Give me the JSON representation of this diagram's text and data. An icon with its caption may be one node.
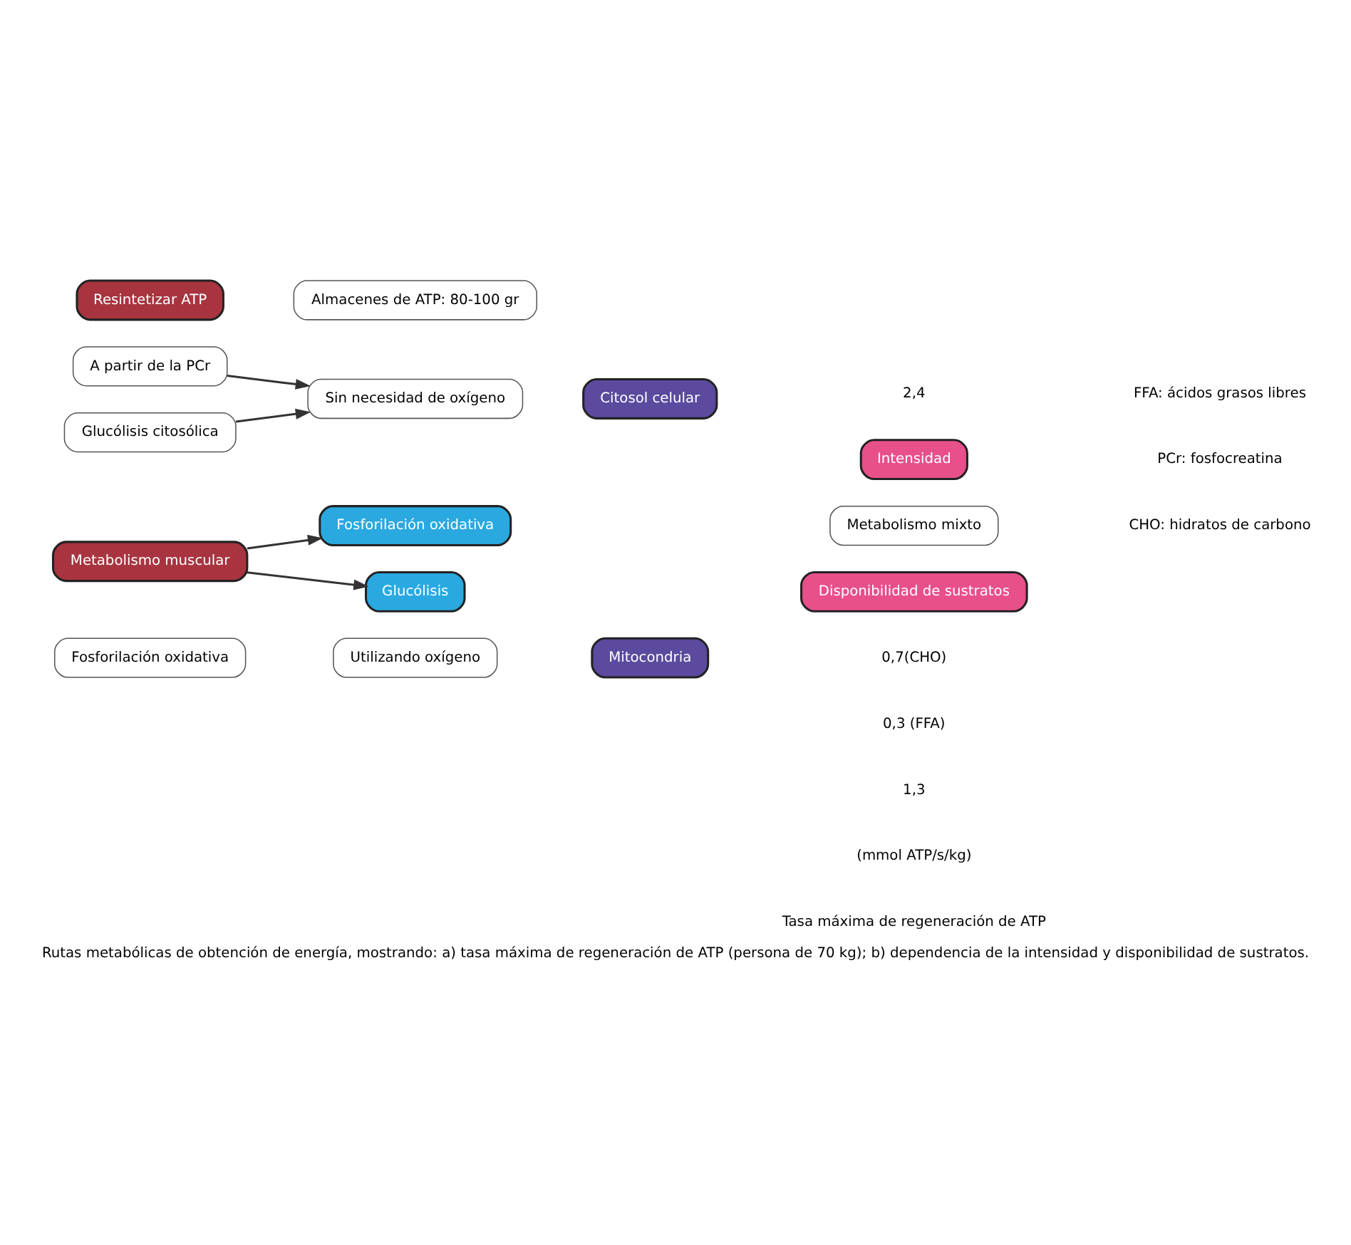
{
  "diagram": {
    "caption": "Rutas metabólicas de obtención de energía, mostrando: a) tasa máxima de regeneración de ATP (persona de 70 kg); b) dependencia de la intensidad y disponibilidad de sustratos.",
    "nodes": [
      {
        "text": [
          "Resintetizar ATP"
        ]
      },
      {
        "text": [
          "Almacenes de ATP: 80-100 gr"
        ]
      },
      {
        "text": [
          "A partir de la PCr"
        ]
      },
      {
        "text": [
          "Glucólisis citosólica"
        ]
      },
      {
        "text": [
          "Fosforilación oxidativa"
        ]
      },
      {
        "text": [
          "Sin necesidad de oxígeno"
        ]
      },
      {
        "text": [
          "Citosol celular"
        ]
      },
      {
        "text": [
          "Utilizando oxígeno"
        ]
      },
      {
        "text": [
          "Mitocondria"
        ]
      },
      {
        "text": [
          "Metabolismo muscular"
        ]
      },
      {
        "text": [
          "Fosforilación oxidativa"
        ]
      },
      {
        "text": [
          "Glucólisis"
        ]
      },
      {
        "text": [
          "Intensidad"
        ]
      },
      {
        "text": [
          "Metabolismo mixto"
        ]
      },
      {
        "text": [
          "Disponibilidad de sustratos"
        ]
      }
    ],
    "edges": [
      {
        "from": 2,
        "to": 5,
        "arrow": "to"
      },
      {
        "from": 3,
        "to": 5,
        "arrow": "to"
      },
      {
        "from": 9,
        "to": 10,
        "arrow": "to"
      },
      {
        "from": 9,
        "to": 11,
        "arrow": "to"
      }
    ],
    "labels": [
      "Tasa máxima de regeneración de ATP",
      "(mmol ATP/s/kg)",
      "2,4",
      "1,3",
      "0,7(CHO)",
      "0,3 (FFA)",
      "PCr: fosfocreatina",
      "CHO: hidratos de carbono",
      "FFA: ácidos grasos libres"
    ]
  }
}
